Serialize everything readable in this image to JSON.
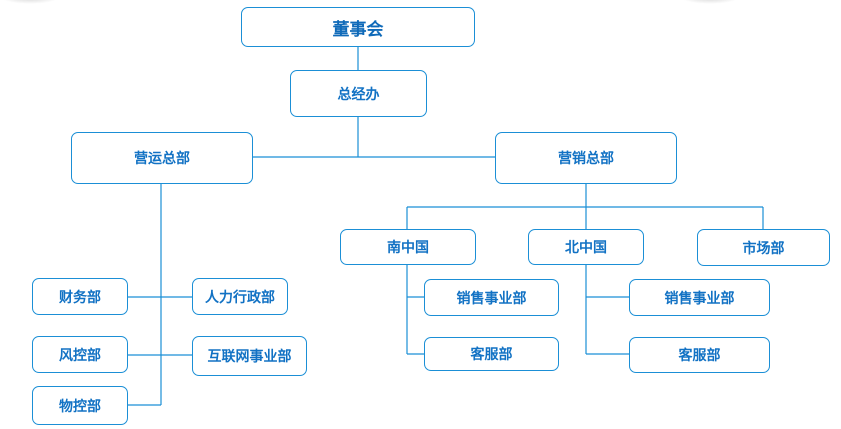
{
  "orgchart": {
    "board": "董事会",
    "gm_office": "总经办",
    "operations": {
      "label": "营运总部",
      "children": {
        "finance": "财务部",
        "hr_admin": "人力行政部",
        "risk": "风控部",
        "internet": "互联网事业部",
        "logistics": "物控部"
      }
    },
    "marketing": {
      "label": "营销总部",
      "south": {
        "label": "南中国",
        "sales": "销售事业部",
        "service": "客服部"
      },
      "north": {
        "label": "北中国",
        "sales": "销售事业部",
        "service": "客服部"
      },
      "market": "市场部"
    }
  }
}
